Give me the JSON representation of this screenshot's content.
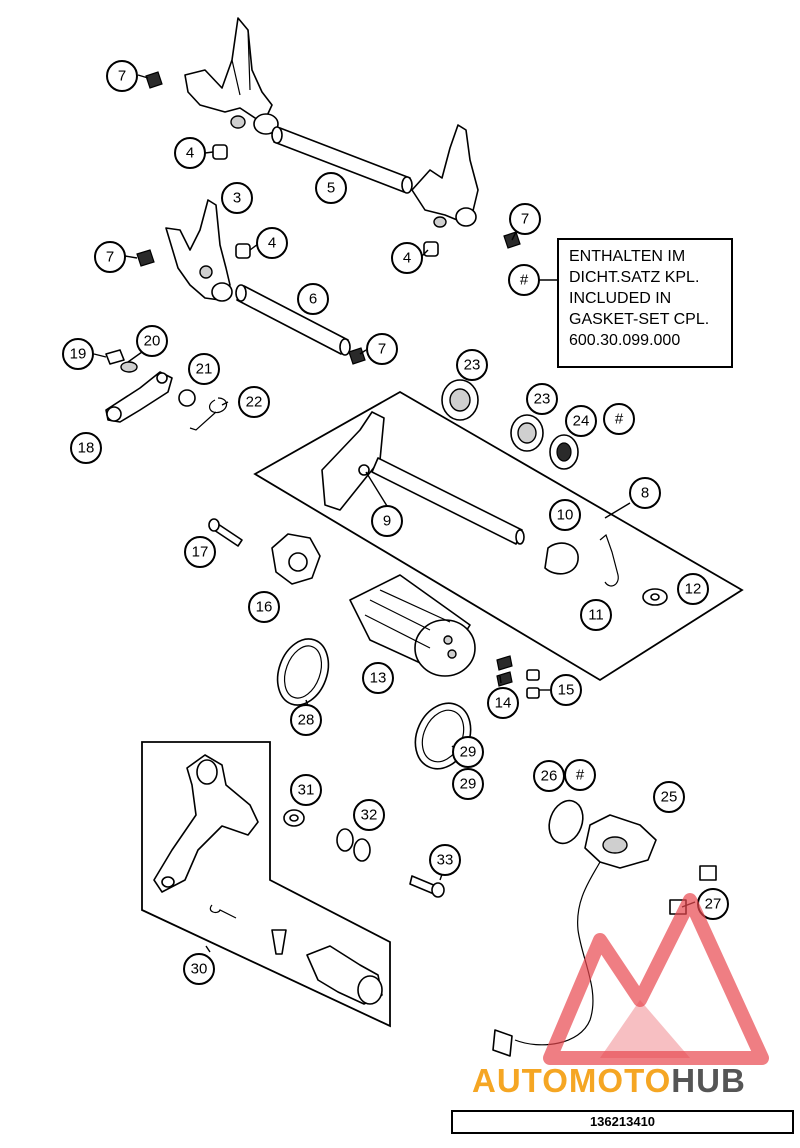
{
  "note": {
    "marker": "#",
    "lines": [
      "ENTHALTEN IM",
      "DICHT.SATZ KPL.",
      "INCLUDED IN",
      "GASKET-SET CPL.",
      "600.30.099.000"
    ]
  },
  "figure_number": "136213410",
  "watermark": {
    "brand_auto": "AUTO",
    "brand_moto": "MOTO",
    "brand_hub": "HUB",
    "colors": {
      "auto": "#f5a623",
      "hub": "#555555",
      "logo": "#e8474f"
    }
  },
  "callouts": [
    {
      "id": "c7a",
      "label": "7"
    },
    {
      "id": "c4a",
      "label": "4"
    },
    {
      "id": "c5",
      "label": "5"
    },
    {
      "id": "c3",
      "label": "3"
    },
    {
      "id": "c4b",
      "label": "4"
    },
    {
      "id": "c7b",
      "label": "7"
    },
    {
      "id": "c4c",
      "label": "4"
    },
    {
      "id": "c7c",
      "label": "7"
    },
    {
      "id": "c6",
      "label": "6"
    },
    {
      "id": "c7d",
      "label": "7"
    },
    {
      "id": "c19",
      "label": "19"
    },
    {
      "id": "c20",
      "label": "20"
    },
    {
      "id": "c21",
      "label": "21"
    },
    {
      "id": "c22",
      "label": "22"
    },
    {
      "id": "c18",
      "label": "18"
    },
    {
      "id": "c23a",
      "label": "23"
    },
    {
      "id": "c23b",
      "label": "23"
    },
    {
      "id": "c24",
      "label": "24"
    },
    {
      "id": "chash1",
      "label": "#"
    },
    {
      "id": "c8",
      "label": "8"
    },
    {
      "id": "c9",
      "label": "9"
    },
    {
      "id": "c10",
      "label": "10"
    },
    {
      "id": "c17",
      "label": "17"
    },
    {
      "id": "c16",
      "label": "16"
    },
    {
      "id": "c12",
      "label": "12"
    },
    {
      "id": "c11",
      "label": "11"
    },
    {
      "id": "c13",
      "label": "13"
    },
    {
      "id": "c15",
      "label": "15"
    },
    {
      "id": "c14",
      "label": "14"
    },
    {
      "id": "c28",
      "label": "28"
    },
    {
      "id": "c29a",
      "label": "29"
    },
    {
      "id": "c29b",
      "label": "29"
    },
    {
      "id": "c26",
      "label": "26"
    },
    {
      "id": "chash2",
      "label": "#"
    },
    {
      "id": "c25",
      "label": "25"
    },
    {
      "id": "c31",
      "label": "31"
    },
    {
      "id": "c32",
      "label": "32"
    },
    {
      "id": "c33",
      "label": "33"
    },
    {
      "id": "c27",
      "label": "27"
    },
    {
      "id": "c30",
      "label": "30"
    },
    {
      "id": "chash3",
      "label": "#"
    }
  ]
}
